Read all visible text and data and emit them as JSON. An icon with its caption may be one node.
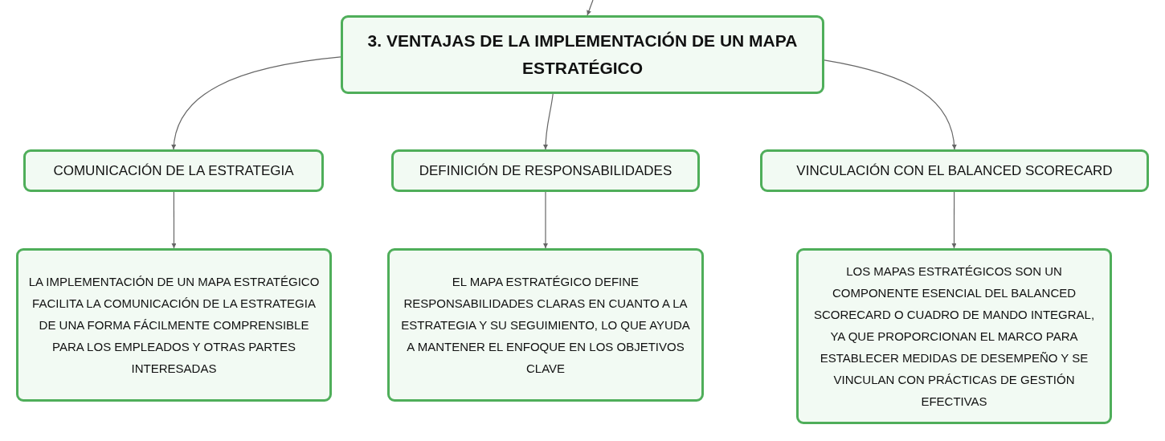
{
  "diagram": {
    "nodes": [
      {
        "text": [
          "3. VENTAJAS DE LA IMPLEMENTACIÓN DE UN MAPA ESTRATÉGICO"
        ]
      },
      {
        "text": [
          "COMUNICACIÓN DE LA ESTRATEGIA"
        ]
      },
      {
        "text": [
          "DEFINICIÓN DE RESPONSABILIDADES"
        ]
      },
      {
        "text": [
          "VINCULACIÓN CON EL BALANCED SCORECARD"
        ]
      },
      {
        "text": [
          "LA IMPLEMENTACIÓN DE UN MAPA ESTRATÉGICO FACILITA LA COMUNICACIÓN DE LA ESTRATEGIA DE UNA FORMA FÁCILMENTE COMPRENSIBLE PARA LOS EMPLEADOS Y OTRAS PARTES INTERESADAS"
        ]
      },
      {
        "text": [
          "EL MAPA ESTRATÉGICO DEFINE RESPONSABILIDADES CLARAS EN CUANTO A LA ESTRATEGIA Y SU SEGUIMIENTO, LO QUE AYUDA A MANTENER EL ENFOQUE EN LOS OBJETIVOS CLAVE"
        ]
      },
      {
        "text": [
          "LOS MAPAS ESTRATÉGICOS SON UN COMPONENTE ESENCIAL DEL BALANCED SCORECARD O CUADRO DE MANDO INTEGRAL, YA QUE PROPORCIONAN EL MARCO PARA ESTABLECER MEDIDAS DE DESEMPEÑO Y SE VINCULAN CON PRÁCTICAS DE GESTIÓN EFECTIVAS"
        ]
      }
    ],
    "edges": [
      {
        "from": null,
        "to": 0,
        "arrow": "to"
      },
      {
        "from": 0,
        "to": 1,
        "arrow": "to"
      },
      {
        "from": 0,
        "to": 2,
        "arrow": "to"
      },
      {
        "from": 0,
        "to": 3,
        "arrow": "to"
      },
      {
        "from": 1,
        "to": 4,
        "arrow": "to"
      },
      {
        "from": 2,
        "to": 5,
        "arrow": "to"
      },
      {
        "from": 3,
        "to": 6,
        "arrow": "to"
      }
    ]
  }
}
